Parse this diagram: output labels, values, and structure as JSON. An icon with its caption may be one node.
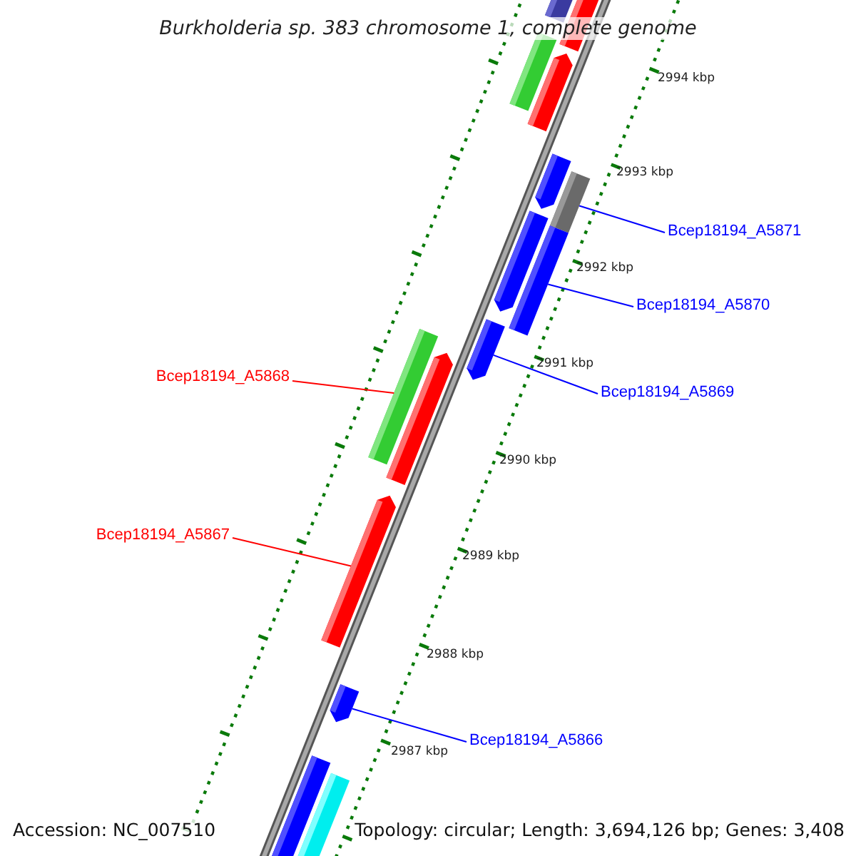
{
  "diagram": {
    "title": "Burkholderia sp. 383 chromosome 1, complete genome",
    "nodes": [
      {
        "text": [
          "Bcep18194_A5871"
        ]
      },
      {
        "text": [
          "Bcep18194_A5870"
        ]
      },
      {
        "text": [
          "Bcep18194_A5869"
        ]
      },
      {
        "text": [
          "Bcep18194_A5868"
        ]
      },
      {
        "text": [
          "Bcep18194_A5867"
        ]
      },
      {
        "text": [
          "Bcep18194_A5866"
        ]
      },
      {
        "text": [],
        "shape": "bar"
      },
      {
        "text": [],
        "shape": "bar"
      },
      {
        "text": [],
        "shape": "bar"
      },
      {
        "text": [],
        "shape": "bar"
      },
      {
        "text": [],
        "shape": "bar"
      },
      {
        "text": [],
        "shape": "bar"
      }
    ],
    "edges": [
      {
        "from": 0,
        "to": 6,
        "arrow": "none"
      },
      {
        "from": 1,
        "to": 7,
        "arrow": "none"
      },
      {
        "from": 2,
        "to": 8,
        "arrow": "none"
      },
      {
        "from": 3,
        "to": 9,
        "arrow": "none",
        "color": "#ff0000"
      },
      {
        "from": 4,
        "to": 10,
        "arrow": "none",
        "color": "#ff0000"
      },
      {
        "from": 5,
        "to": 11,
        "arrow": "none"
      }
    ],
    "labels": [
      "2994 kbp",
      "2993 kbp",
      "2992 kbp",
      "2991 kbp",
      "2990 kbp",
      "2989 kbp",
      "2988 kbp",
      "2987 kbp",
      "Accession: NC_007510",
      "Topology: circular; Length: 3,694,126 bp; Genes: 3,408"
    ]
  }
}
